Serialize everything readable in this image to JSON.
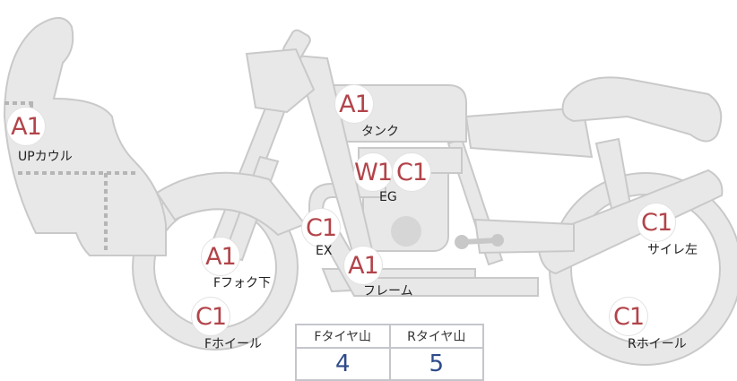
{
  "colors": {
    "part_fill": "#e8e8e8",
    "part_stroke": "#c9c9c9",
    "grade_text": "#b2444a",
    "value_text": "#2d4a8a"
  },
  "parts": [
    {
      "grade": "A1",
      "label": "UPカウル"
    },
    {
      "grade": "A1",
      "label": "タンク"
    },
    {
      "grade": "W1",
      "label": ""
    },
    {
      "grade": "C1",
      "label": "EG"
    },
    {
      "grade": "C1",
      "label": "EX"
    },
    {
      "grade": "A1",
      "label": "Fフォク下"
    },
    {
      "grade": "A1",
      "label": "フレーム"
    },
    {
      "grade": "C1",
      "label": "サイレ左"
    },
    {
      "grade": "C1",
      "label": "Fホイール"
    },
    {
      "grade": "C1",
      "label": "Rホイール"
    }
  ],
  "tires": {
    "front_label": "Fタイヤ山",
    "rear_label": "Rタイヤ山",
    "front_value": "4",
    "rear_value": "5"
  }
}
